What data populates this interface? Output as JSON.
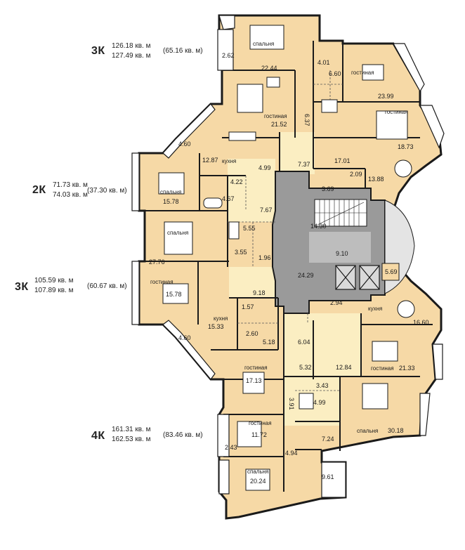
{
  "apartments": [
    {
      "type": "3К",
      "total": "126.18 кв. м",
      "total_alt": "127.49 кв. м",
      "living": "(65.16 кв. м)"
    },
    {
      "type": "2К",
      "total": "71.73 кв. м",
      "total_alt": "74.03 кв. м",
      "living": "(37.30 кв. м)"
    },
    {
      "type": "3К",
      "total": "105.59 кв. м",
      "total_alt": "107.89 кв. м",
      "living": "(60.67 кв. м)"
    },
    {
      "type": "4К",
      "total": "161.31 кв. м",
      "total_alt": "162.53 кв. м",
      "living": "(83.46 кв. м)"
    }
  ],
  "rooms": {
    "r1": {
      "label": "спальня",
      "area": "22.44"
    },
    "r2": {
      "area": "2.62"
    },
    "r3": {
      "area": "4.01"
    },
    "r4": {
      "area": "6.60"
    },
    "r5": {
      "label": "гостиная",
      "area": "23.99"
    },
    "r6": {
      "label": "гостиная",
      "area": "21.52"
    },
    "r7": {
      "area": "6.37"
    },
    "r8": {
      "label": "гостиная",
      "area": "18.73"
    },
    "r9": {
      "area": "4.60"
    },
    "r10": {
      "label": "кухня",
      "area": "12.87"
    },
    "r11": {
      "area": "4.99"
    },
    "r12": {
      "area": "7.37"
    },
    "r13": {
      "area": "17.01"
    },
    "r14": {
      "area": "2.09"
    },
    "r15": {
      "area": "13.88"
    },
    "r16": {
      "area": "4.22"
    },
    "r17": {
      "area": "3.69"
    },
    "r18": {
      "label": "спальня",
      "area": "15.78"
    },
    "r19": {
      "area": "4.67"
    },
    "r20": {
      "area": "7.67"
    },
    "r21": {
      "area": "14.30"
    },
    "r22": {
      "label": "спальня",
      "area": "27.76"
    },
    "r23": {
      "area": "5.55"
    },
    "r24": {
      "area": "3.55"
    },
    "r25": {
      "area": "1.96"
    },
    "r26": {
      "area": "9.10"
    },
    "r27": {
      "area": "24.29"
    },
    "r28": {
      "area": "5.69"
    },
    "r29": {
      "label": "гостиная",
      "area": "15.78"
    },
    "r30": {
      "area": "9.18"
    },
    "r31": {
      "area": "1.57"
    },
    "r32": {
      "label": "кухня",
      "area": "15.33"
    },
    "r33": {
      "area": "2.94"
    },
    "r34": {
      "label": "кухня",
      "area": "16.60"
    },
    "r35": {
      "area": "2.60"
    },
    "r36": {
      "area": "5.18"
    },
    "r37": {
      "area": "6.04"
    },
    "r38": {
      "area": "4.60"
    },
    "r39": {
      "label": "гостиная",
      "area": "17.13"
    },
    "r40": {
      "area": "5.32"
    },
    "r41": {
      "area": "12.84"
    },
    "r42": {
      "label": "гостиная",
      "area": "21.33"
    },
    "r43": {
      "area": "3.43"
    },
    "r44": {
      "area": "3.91"
    },
    "r45": {
      "area": "4.99"
    },
    "r46": {
      "label": "гостиная",
      "area": "11.72"
    },
    "r47": {
      "label": "спальня",
      "area": "30.18"
    },
    "r48": {
      "area": "2.43"
    },
    "r49": {
      "area": "7.24"
    },
    "r50": {
      "area": "4.94"
    },
    "r51": {
      "label": "спальня",
      "area": "20.24"
    },
    "r52": {
      "area": "9.61"
    }
  },
  "colors": {
    "room": "#f6d9a6",
    "hall": "#fbeec2",
    "core": "#9a9a9a",
    "wall": "#1a1a1a",
    "balcony": "#ffffff",
    "white_box": "#ffffff"
  }
}
